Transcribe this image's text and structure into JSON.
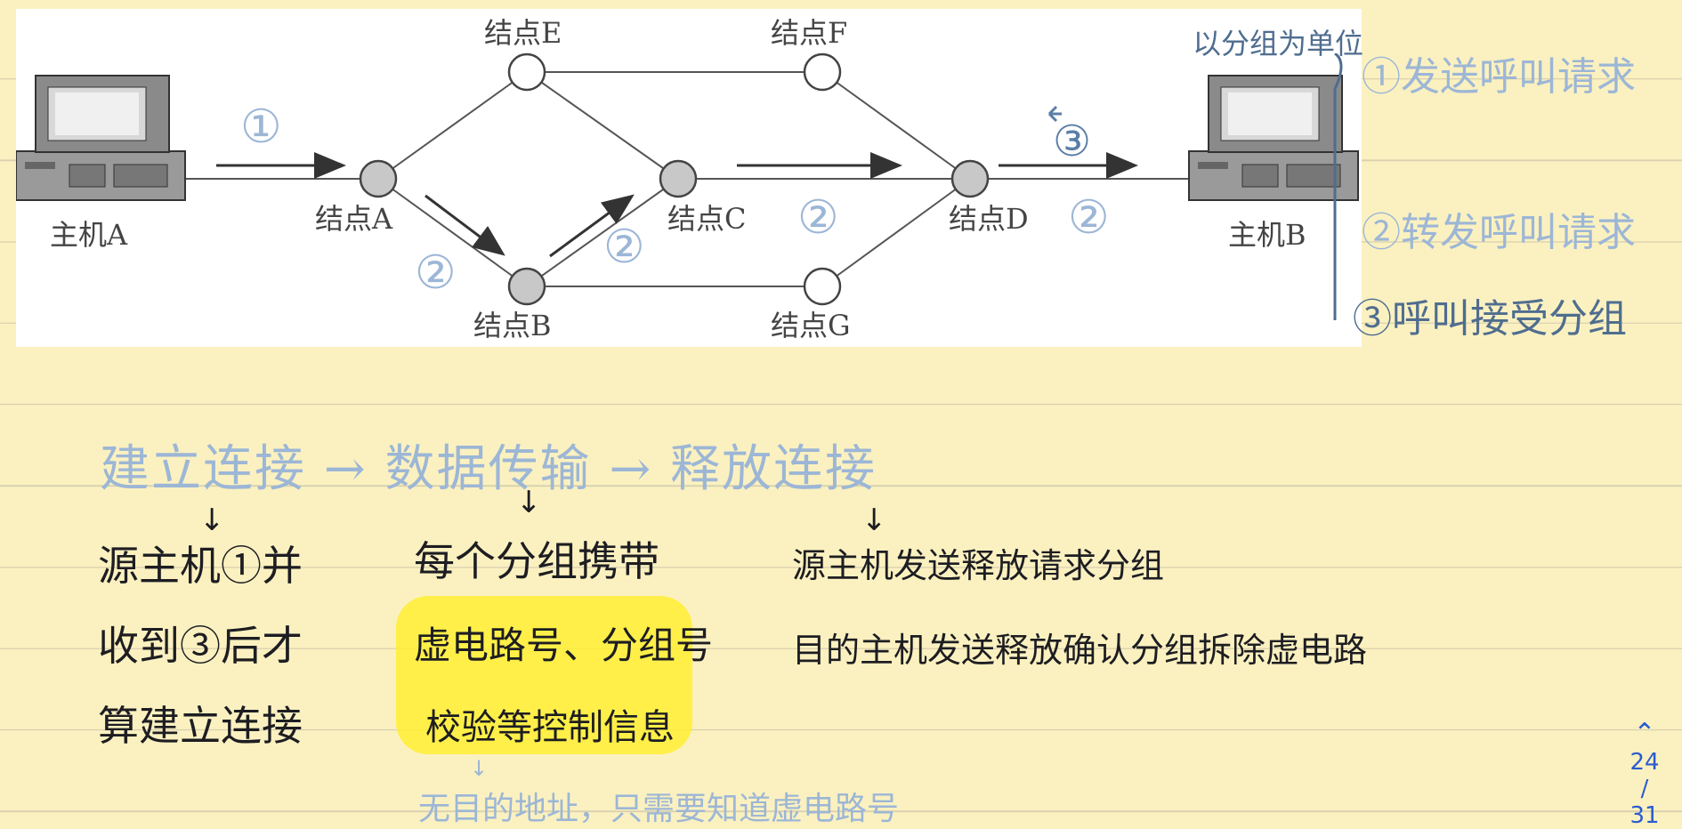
{
  "diagram": {
    "nodes": {
      "host_a": "主机A",
      "host_b": "主机B",
      "node_a": "结点A",
      "node_b": "结点B",
      "node_c": "结点C",
      "node_d": "结点D",
      "node_e": "结点E",
      "node_f": "结点F",
      "node_g": "结点G"
    },
    "marks": {
      "m1": "①",
      "m2a": "②",
      "m2b": "②",
      "m2c": "②",
      "m2d": "②",
      "m3": "③"
    },
    "side_label": "以分组为单位"
  },
  "notes": {
    "side": [
      "①发送呼叫请求",
      "②转发呼叫请求",
      "③呼叫接受分组"
    ],
    "flow": "建立连接 → 数据传输 → 释放连接",
    "col1": [
      "源主机①并",
      "收到③后才",
      "算建立连接"
    ],
    "col2": [
      "每个分组携带",
      "虚电路号、分组号",
      "校验等控制信息"
    ],
    "col2_sub": "无目的地址，只需要知道虚电路号",
    "col3": [
      "源主机发送释放请求分组",
      "目的主机发送释放确认分组拆除虚电路"
    ]
  },
  "pager": {
    "current": "24",
    "separator": "/",
    "total": "31"
  }
}
